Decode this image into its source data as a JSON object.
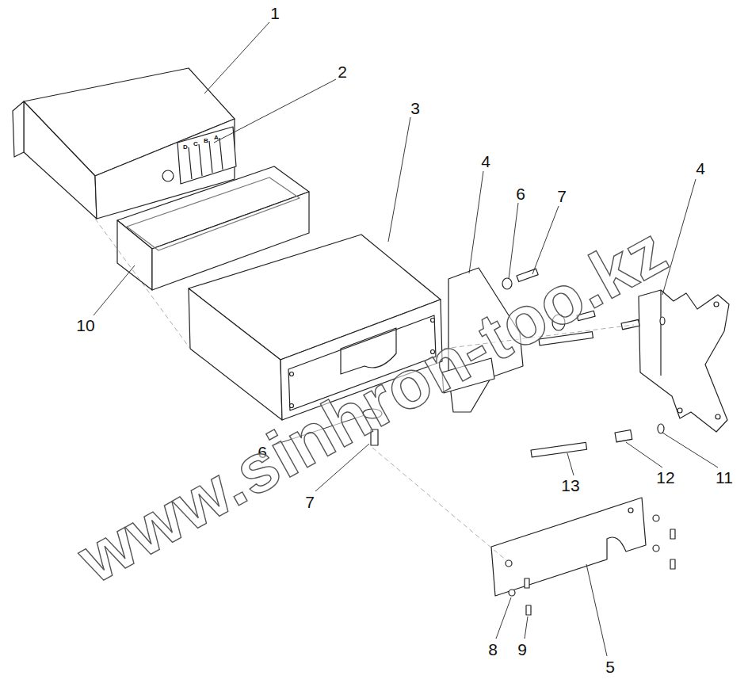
{
  "diagram": {
    "labels": [
      "1",
      "2",
      "3",
      "4",
      "6",
      "7",
      "4",
      "10",
      "D",
      "C",
      "B",
      "A",
      "6",
      "7",
      "13",
      "12",
      "11",
      "8",
      "9",
      "5",
      "www.sinhron-too.kz"
    ]
  }
}
